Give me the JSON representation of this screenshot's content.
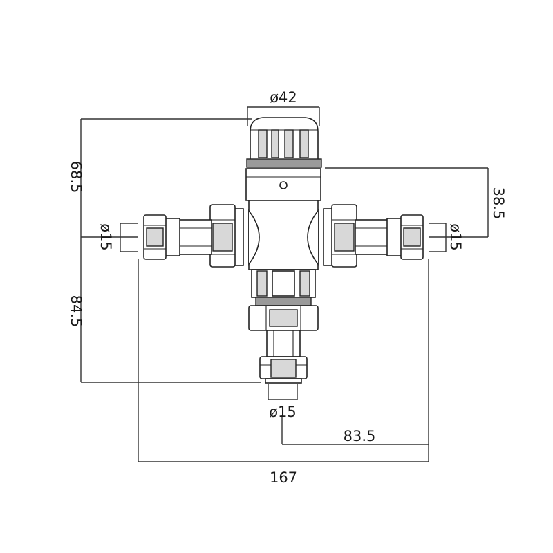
{
  "dimensions": {
    "head_diameter": "ø42",
    "total_height_upper": "68.5",
    "total_height_lower": "84.5",
    "right_height": "38.5",
    "left_inlet": "ø15",
    "right_inlet": "ø15",
    "bottom_outlet": "ø15",
    "half_width": "83.5",
    "total_width": "167"
  },
  "colors": {
    "line": "#222222",
    "text": "#1a1a1a"
  }
}
